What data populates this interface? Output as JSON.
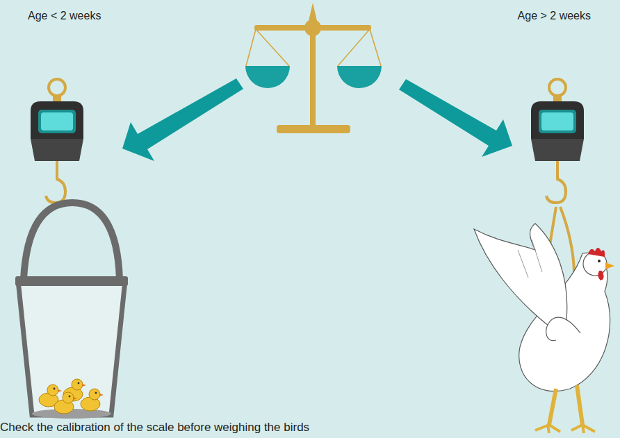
{
  "diagram": {
    "caption": "Check the calibration of the scale before weighing the birds",
    "labels": [
      "Age < 2 weeks",
      "Age > 2 weeks"
    ]
  }
}
